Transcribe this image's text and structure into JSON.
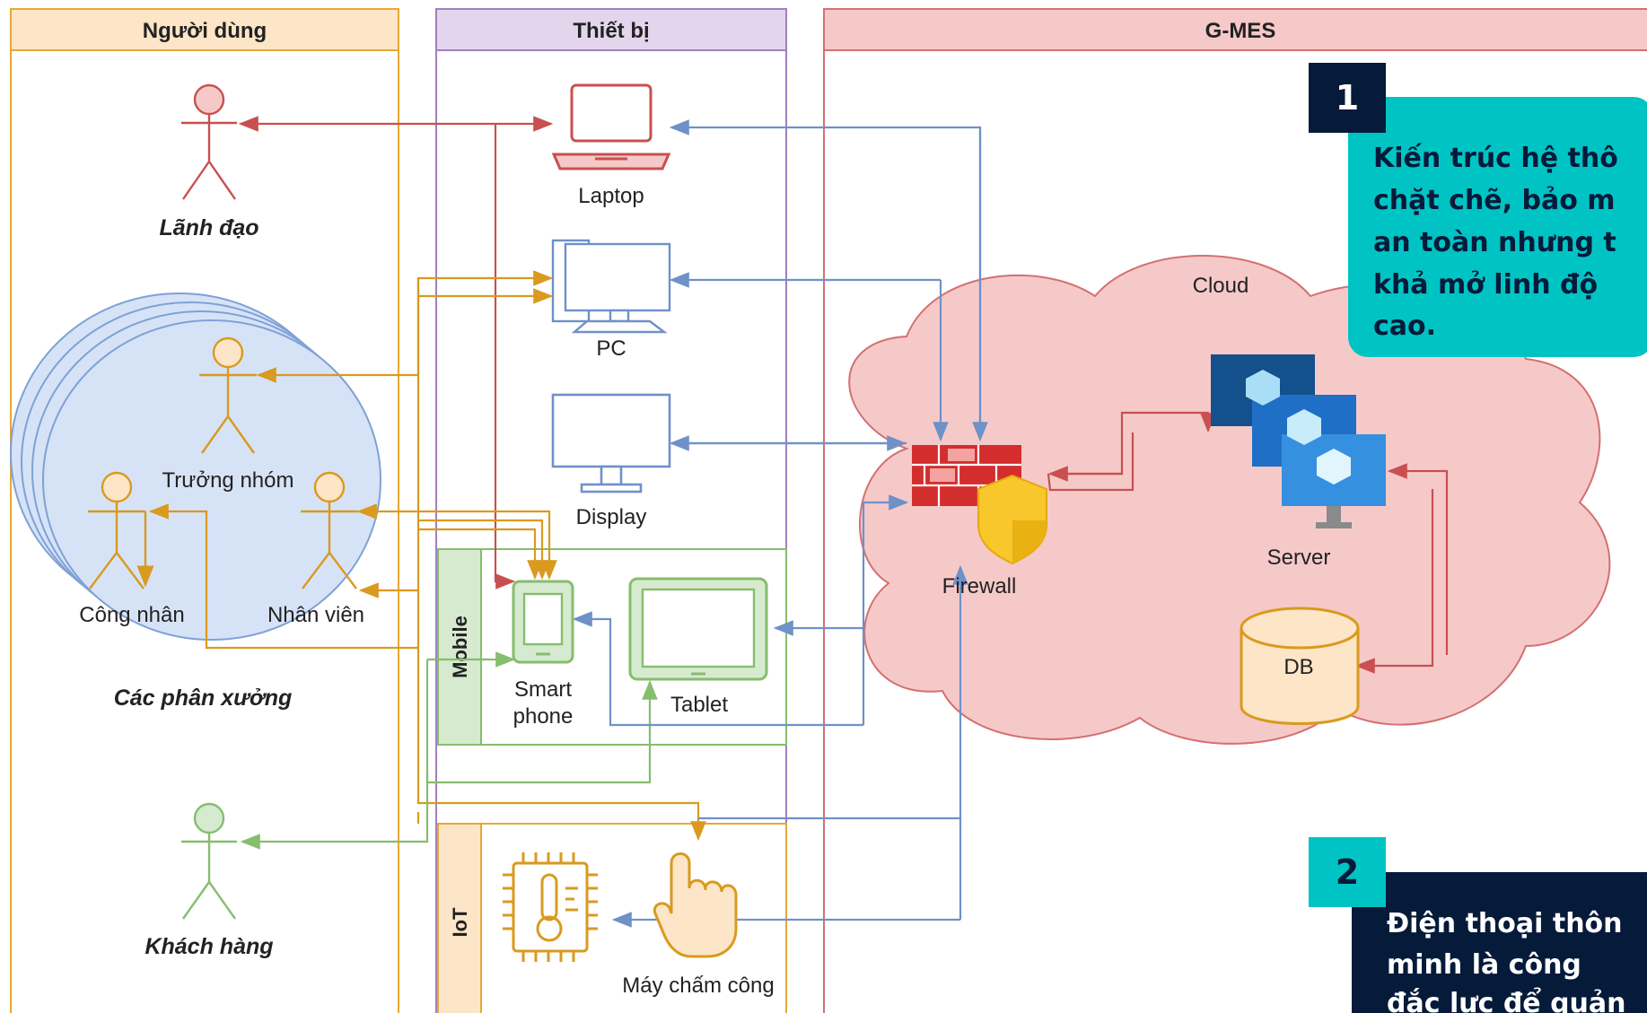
{
  "lanes": {
    "users": "Người dùng",
    "devices": "Thiết bị",
    "gmes": "G-MES"
  },
  "actors": {
    "leader": "Lãnh đạo",
    "team_lead": "Trưởng nhóm",
    "worker": "Công nhân",
    "staff": "Nhân viên",
    "workshops": "Các phân xưởng",
    "customer": "Khách hàng"
  },
  "devices": {
    "laptop": "Laptop",
    "pc": "PC",
    "display": "Display",
    "smartphone_line1": "Smart",
    "smartphone_line2": "phone",
    "tablet": "Tablet",
    "mobile_group": "Mobile",
    "iot_group": "IoT",
    "time_clock": "Máy chấm công"
  },
  "cloud": {
    "label": "Cloud",
    "firewall": "Firewall",
    "server": "Server",
    "db": "DB"
  },
  "callouts": [
    {
      "number": "1",
      "lines": [
        "Kiến trúc hệ thô",
        "chặt chẽ, bảo m",
        "an toàn nhưng t",
        "khả mở linh độ",
        "cao."
      ]
    },
    {
      "number": "2",
      "lines": [
        "Điện thoại thôn",
        "minh là công",
        "đắc lực để quản"
      ]
    }
  ],
  "colors": {
    "users_lane": "#fde5c7",
    "users_lane_border": "#e8a735",
    "devices_lane": "#e3d6ec",
    "devices_lane_border": "#a27fc0",
    "gmes_lane": "#f6c9c9",
    "gmes_lane_border": "#d47070",
    "leader_red": "#c85050",
    "orange": "#d99a1f",
    "blue": "#6f91c8",
    "green": "#86bd6e",
    "teal": "#00c4c4",
    "navy": "#061a3a"
  }
}
